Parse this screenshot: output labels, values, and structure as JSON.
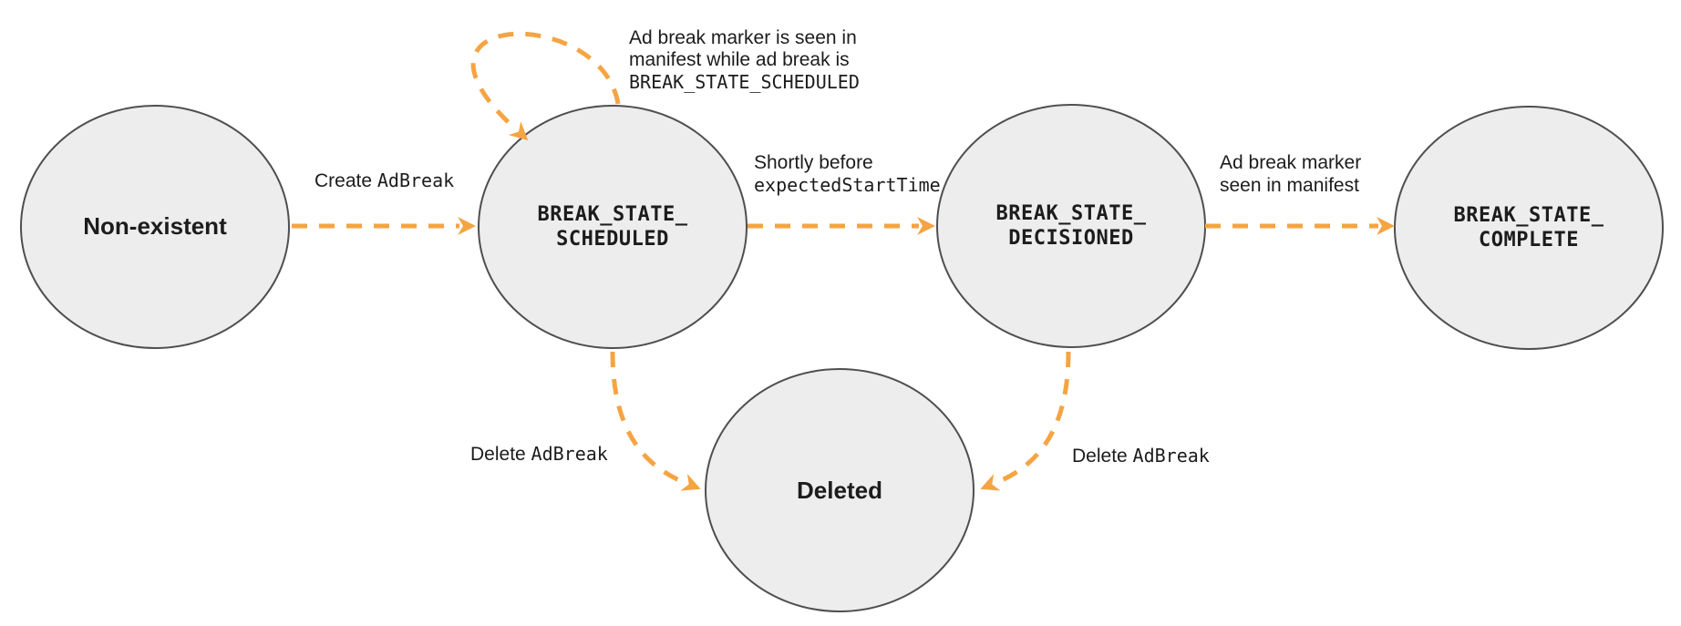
{
  "colors": {
    "node_fill": "#ededed",
    "node_stroke": "#4f4f4f",
    "arrow": "#f5a443",
    "text": "#1c1c1c"
  },
  "nodes": {
    "non_existent": {
      "label": "Non-existent"
    },
    "scheduled": {
      "line1": "BREAK_STATE_",
      "line2": "SCHEDULED"
    },
    "decisioned": {
      "line1": "BREAK_STATE_",
      "line2": "DECISIONED"
    },
    "complete": {
      "line1": "BREAK_STATE_",
      "line2": "COMPLETE"
    },
    "deleted": {
      "label": "Deleted"
    }
  },
  "edges": {
    "create": {
      "text": "Create ",
      "code": "AdBreak"
    },
    "self_loop": {
      "line1": "Ad break marker is seen in",
      "line2": "manifest while ad break is",
      "line3_code": "BREAK_STATE_SCHEDULED"
    },
    "to_decisioned": {
      "line1": "Shortly before",
      "line2_code": "expectedStartTime"
    },
    "to_complete": {
      "line1": "Ad break marker",
      "line2": "seen in manifest"
    },
    "delete_from_scheduled": {
      "text": "Delete ",
      "code": "AdBreak"
    },
    "delete_from_decisioned": {
      "text": "Delete ",
      "code": "AdBreak"
    }
  }
}
